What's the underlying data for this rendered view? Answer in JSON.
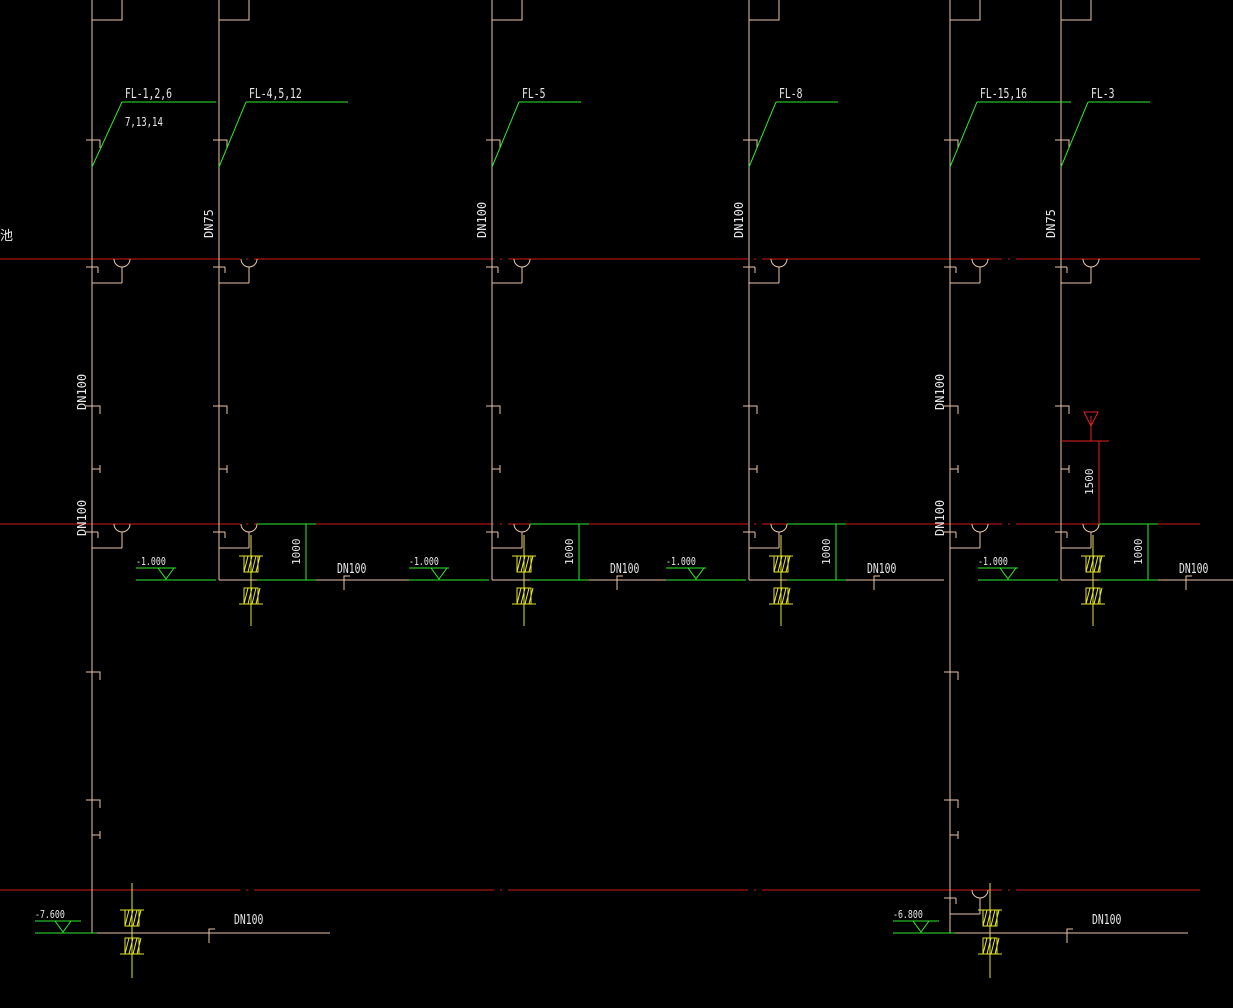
{
  "colors": {
    "background": "#000000",
    "pipe": "#e8c6a8",
    "leader": "#2ee82e",
    "floor_line": "#d01818",
    "wall": "#e6e62a",
    "dimension": "#2ee82e",
    "vent_marker": "#e02020",
    "text": "#e8e8e8"
  },
  "stacks": [
    {
      "label": "FL-1,2,6",
      "sub_label": "7,13,14",
      "upper_size": "",
      "mid_size": "DN100",
      "lower_size": "DN100"
    },
    {
      "label": "FL-4,5,12",
      "sub_label": "",
      "upper_size": "DN75",
      "mid_size": "",
      "lower_size": ""
    },
    {
      "label": "FL-5",
      "sub_label": "",
      "upper_size": "DN100",
      "mid_size": "",
      "lower_size": ""
    },
    {
      "label": "FL-8",
      "sub_label": "",
      "upper_size": "DN100",
      "mid_size": "",
      "lower_size": ""
    },
    {
      "label": "FL-15,16",
      "sub_label": "",
      "upper_size": "",
      "mid_size": "DN100",
      "lower_size": "DN100"
    },
    {
      "label": "FL-3",
      "sub_label": "",
      "upper_size": "DN75",
      "mid_size": "",
      "lower_size": ""
    }
  ],
  "side_text": "池",
  "outlets": [
    {
      "elevation": "-1.000",
      "dim": "1000",
      "pipe_size": "DN100"
    },
    {
      "elevation": "-1.000",
      "dim": "1000",
      "pipe_size": "DN100"
    },
    {
      "elevation": "-1.000",
      "dim": "1000",
      "pipe_size": "DN100"
    },
    {
      "elevation": "-1.000",
      "dim": "1000",
      "pipe_size": "DN100"
    }
  ],
  "vent_dim": "1500",
  "bottom_outlets": [
    {
      "elevation": "-7.600",
      "pipe_size": "DN100"
    },
    {
      "elevation": "-6.800",
      "pipe_size": "DN100"
    }
  ]
}
